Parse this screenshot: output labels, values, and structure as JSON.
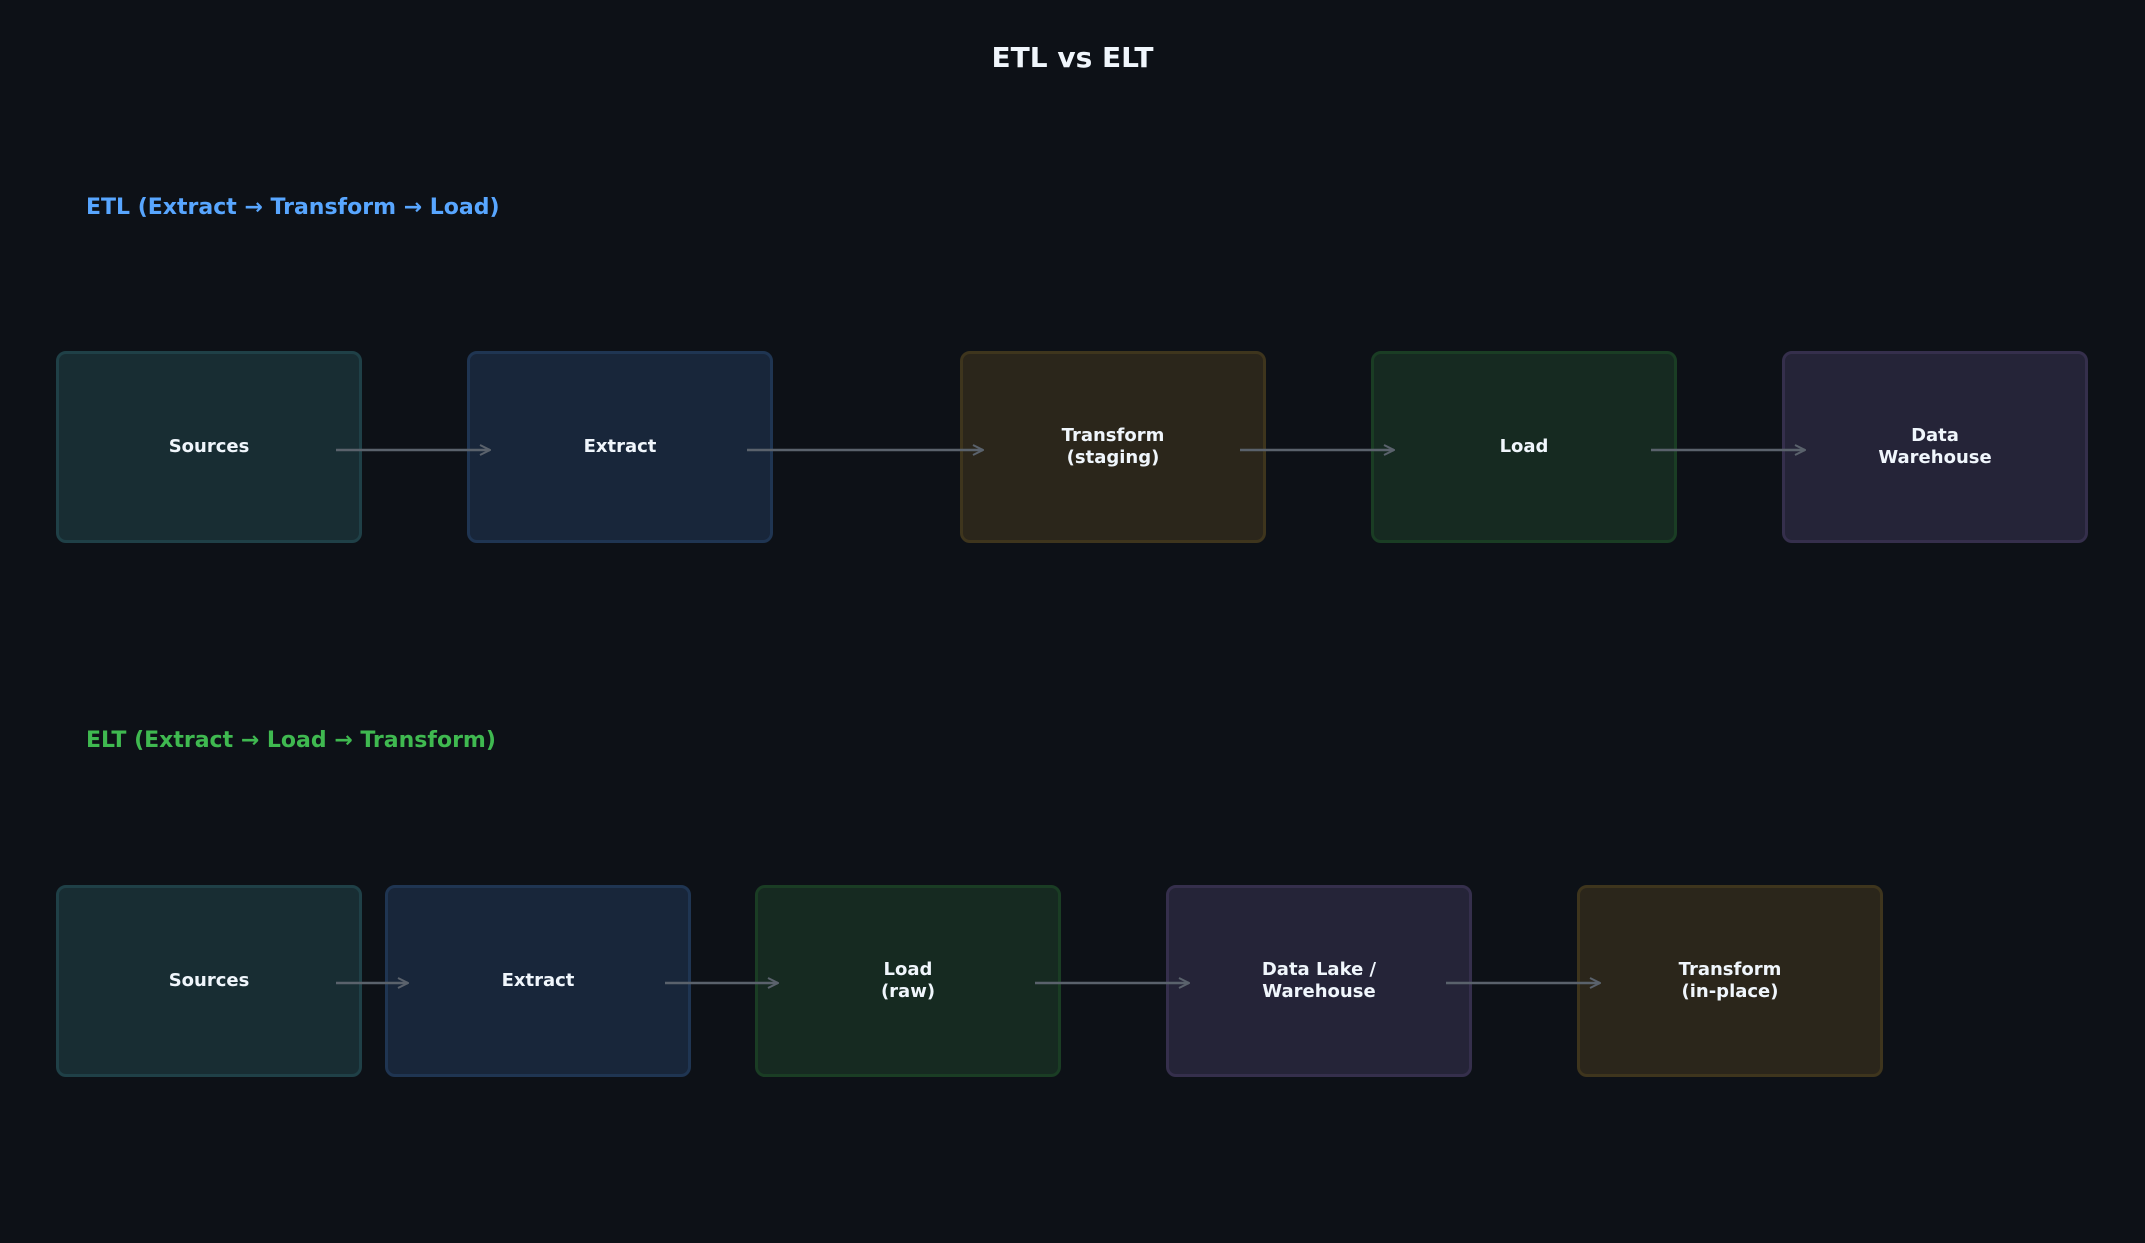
{
  "title": "ETL vs ELT",
  "palette": {
    "sources": {
      "fill": "#182d33",
      "stroke": "#1f4047"
    },
    "extract": {
      "fill": "#18263a",
      "stroke": "#1f3552"
    },
    "transform": {
      "fill": "#2b261b",
      "stroke": "#3e351d"
    },
    "load": {
      "fill": "#162a21",
      "stroke": "#1a3d24"
    },
    "warehouse": {
      "fill": "#252438",
      "stroke": "#352f4c"
    },
    "arrow": "#5a626c"
  },
  "etl": {
    "label": "ETL (Extract → Transform → Load)",
    "color": "#58a6ff",
    "nodes": [
      {
        "label": "Sources",
        "kind": "sources"
      },
      {
        "label": "Extract",
        "kind": "extract"
      },
      {
        "label": "Transform\n(staging)",
        "kind": "transform"
      },
      {
        "label": "Load",
        "kind": "load"
      },
      {
        "label": "Data\nWarehouse",
        "kind": "warehouse"
      }
    ]
  },
  "elt": {
    "label": "ELT (Extract → Load → Transform)",
    "color": "#3fb950",
    "nodes": [
      {
        "label": "Sources",
        "kind": "sources"
      },
      {
        "label": "Extract",
        "kind": "extract"
      },
      {
        "label": "Load\n(raw)",
        "kind": "load"
      },
      {
        "label": "Data Lake /\nWarehouse",
        "kind": "warehouse"
      },
      {
        "label": "Transform\n(in-place)",
        "kind": "transform"
      }
    ]
  }
}
